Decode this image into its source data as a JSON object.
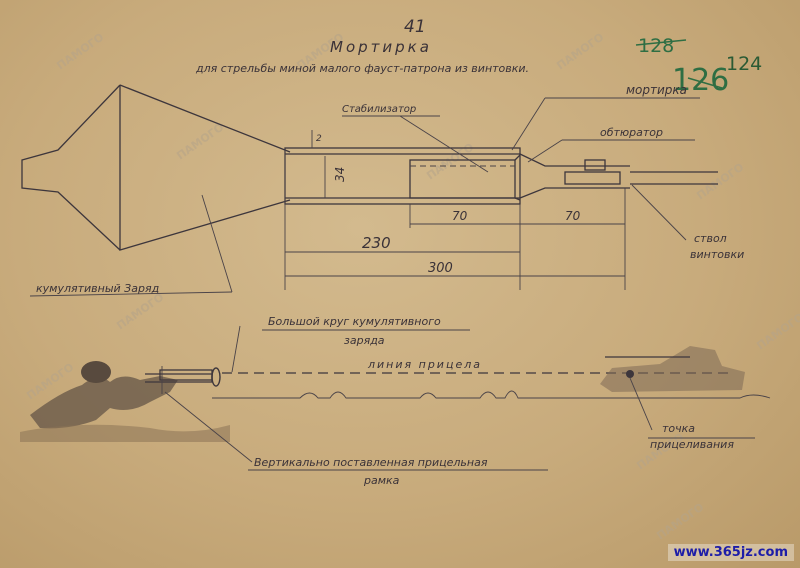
{
  "page_number": "41",
  "title": "Мортирка",
  "subtitle": "для стрельбы миной малого фауст-патрона из винтовки.",
  "archive_numbers": {
    "old": "128",
    "current": "126",
    "new": "124"
  },
  "labels": {
    "stabilizer": "Стабилизатор",
    "mortar": "мортирка",
    "obturator": "обтюратор",
    "rifle_barrel_1": "ствол",
    "rifle_barrel_2": "винтовки",
    "cumulative_charge": "кумулятивный Заряд",
    "big_circle_1": "Большой круг кумулятивного",
    "big_circle_2": "заряда",
    "sight_line": "линия прицела",
    "aim_point_1": "точка",
    "aim_point_2": "прицеливания",
    "frame_1": "Вертикально поставленная прицельная",
    "frame_2": "рамка"
  },
  "dimensions": {
    "gap": "2",
    "diameter": "34",
    "length_a": "70",
    "length_b": "70",
    "length_c": "230",
    "length_d": "300"
  },
  "watermark_text": "ПАМОГО",
  "site": "www.365jz.com"
}
